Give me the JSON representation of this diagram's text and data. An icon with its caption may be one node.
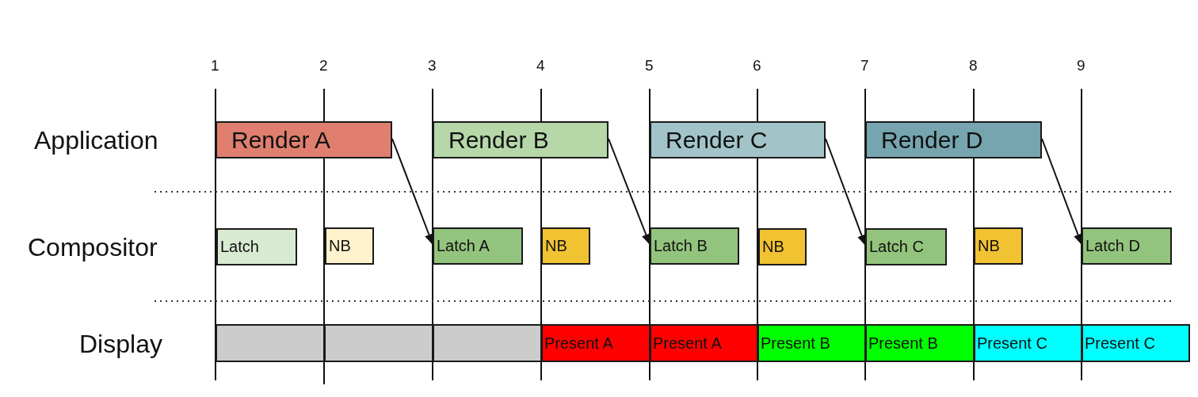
{
  "diagram": {
    "nodes": [
      {
        "text": [
          "Render A"
        ]
      },
      {
        "text": [
          "Render B"
        ]
      },
      {
        "text": [
          "Render C"
        ]
      },
      {
        "text": [
          "Render D"
        ]
      },
      {
        "text": [
          "Latch"
        ]
      },
      {
        "text": [
          "NB"
        ]
      },
      {
        "text": [
          "Latch A"
        ]
      },
      {
        "text": [
          "NB"
        ]
      },
      {
        "text": [
          "Latch B"
        ]
      },
      {
        "text": [
          "NB"
        ]
      },
      {
        "text": [
          "Latch C"
        ]
      },
      {
        "text": [
          "NB"
        ]
      },
      {
        "text": [
          "Latch D"
        ]
      },
      {
        "text": [],
        "shape": "box"
      },
      {
        "text": [],
        "shape": "box"
      },
      {
        "text": [],
        "shape": "box"
      },
      {
        "text": [
          "Present A"
        ]
      },
      {
        "text": [
          "Present A"
        ]
      },
      {
        "text": [
          "Present B"
        ]
      },
      {
        "text": [
          "Present B"
        ]
      },
      {
        "text": [
          "Present C"
        ]
      },
      {
        "text": [
          "Present C"
        ]
      }
    ],
    "edges": [
      {
        "from": 0,
        "to": 6,
        "arrow": "to"
      },
      {
        "from": 1,
        "to": 8,
        "arrow": "to"
      },
      {
        "from": 2,
        "to": 10,
        "arrow": "to"
      },
      {
        "from": 3,
        "to": 12,
        "arrow": "to"
      }
    ],
    "labels": [
      "1",
      "2",
      "3",
      "4",
      "5",
      "6",
      "7",
      "8",
      "9",
      "Application",
      "Compositor",
      "Display"
    ]
  }
}
